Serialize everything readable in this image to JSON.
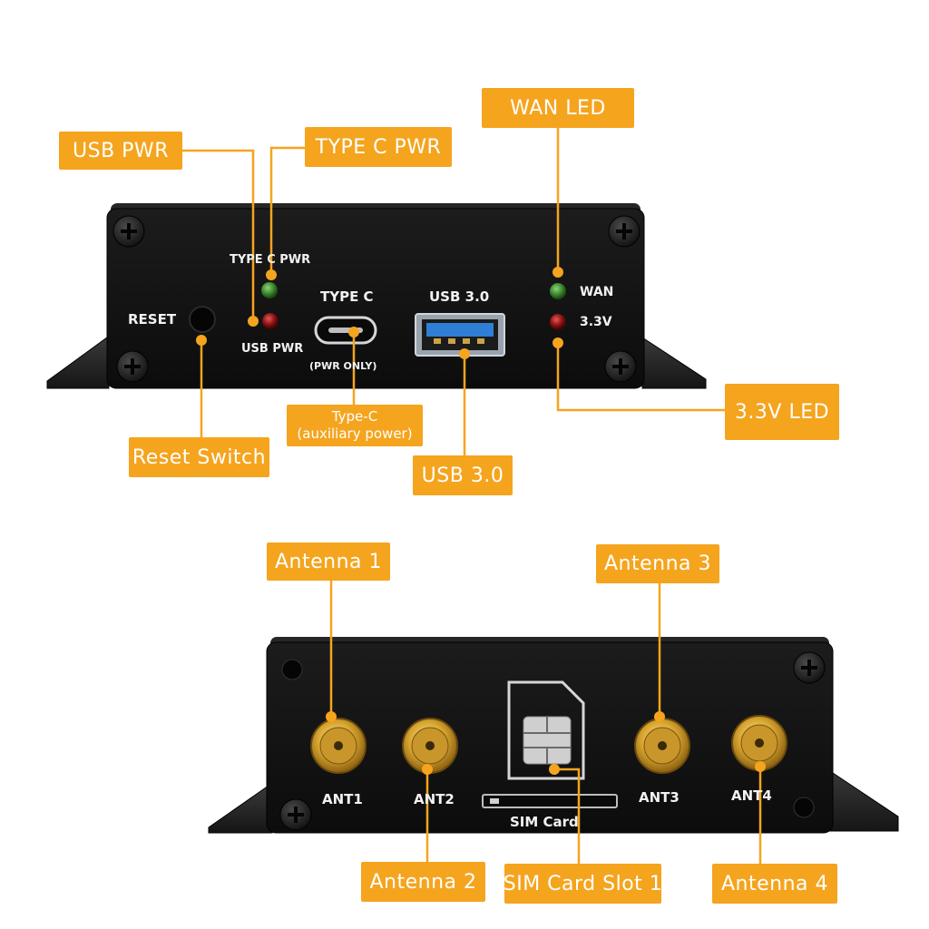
{
  "colors": {
    "callout_bg": "#f5a41e",
    "callout_text": "#ffffff",
    "leader_line": "#f5a41e",
    "panel": "#111111",
    "led_green": "#3c8a2e",
    "led_red": "#8e1212",
    "usb_blue": "#2f7fd6",
    "sma_gold": "#d8a630"
  },
  "icons": [
    "screw-icon",
    "led-icon",
    "usb-c-port-icon",
    "usb-a-port-icon",
    "sma-connector-icon",
    "sim-card-icon",
    "sim-slot-icon"
  ],
  "front_panel": {
    "silkscreen": {
      "type_c_pwr": "TYPE C PWR",
      "type_c": "TYPE C",
      "usb_3": "USB 3.0",
      "wan": "WAN",
      "v33": "3.3V",
      "reset": "RESET",
      "usb_pwr": "USB PWR",
      "pwr_only": "(PWR ONLY)"
    },
    "callouts": {
      "usb_pwr": "USB PWR",
      "type_c_pwr": "TYPE C PWR",
      "wan_led": "WAN LED",
      "reset_switch": "Reset Switch",
      "type_c_line1": "Type-C",
      "type_c_line2": "(auxiliary power)",
      "usb_3": "USB 3.0",
      "led_33v": "3.3V LED"
    }
  },
  "rear_panel": {
    "silkscreen": {
      "ant1": "ANT1",
      "ant2": "ANT2",
      "ant3": "ANT3",
      "ant4": "ANT4",
      "sim_card": "SIM Card"
    },
    "callouts": {
      "antenna_1": "Antenna 1",
      "antenna_2": "Antenna 2",
      "antenna_3": "Antenna 3",
      "antenna_4": "Antenna 4",
      "sim_slot": "SIM Card Slot 1"
    }
  }
}
